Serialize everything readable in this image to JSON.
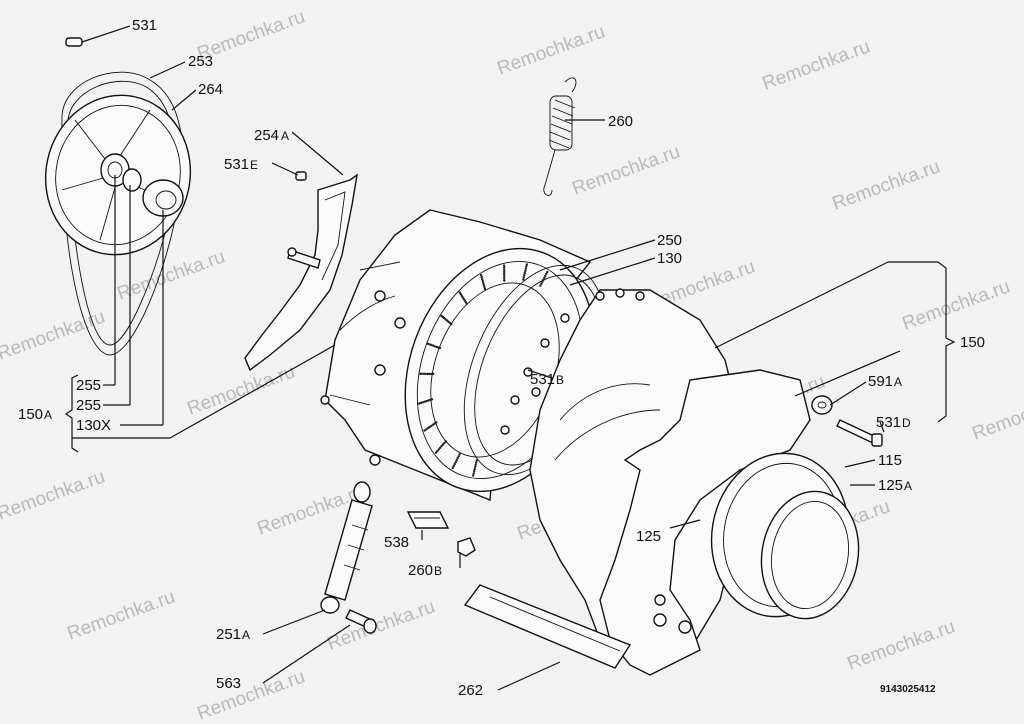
{
  "watermark": "Remochka.ru",
  "diagram_code": "9143025412",
  "labels": {
    "p531": "531",
    "p253": "253",
    "p264": "264",
    "p254a": "254",
    "p254a_suf": "A",
    "p531e": "531",
    "p531e_suf": "E",
    "p260": "260",
    "p250": "250",
    "p130": "130",
    "p150": "150",
    "p591a": "591",
    "p591a_suf": "A",
    "p531d": "531",
    "p531d_suf": "D",
    "p115": "115",
    "p125a": "125",
    "p125a_suf": "A",
    "p125": "125",
    "p531b": "531",
    "p531b_suf": "B",
    "p538": "538",
    "p260b": "260",
    "p260b_suf": "B",
    "p251a": "251",
    "p251a_suf": "A",
    "p563": "563",
    "p262": "262",
    "p150a": "150",
    "p150a_suf": "A",
    "p255_1": "255",
    "p255_2": "255",
    "p130x": "130X"
  }
}
